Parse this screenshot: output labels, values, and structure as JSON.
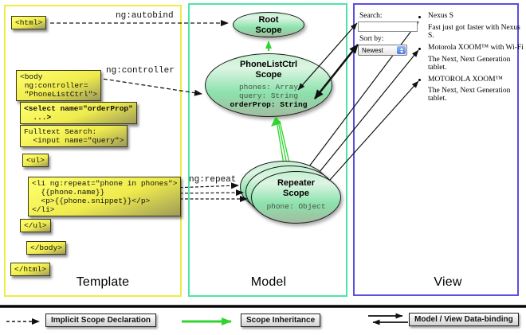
{
  "diagram": {
    "panels": {
      "template": {
        "label": "Template"
      },
      "model": {
        "label": "Model"
      },
      "view": {
        "label": "View"
      }
    },
    "directives": {
      "autobind": "ng:autobind",
      "controller": "ng:controller",
      "repeat": "ng:repeat"
    },
    "template_code": {
      "html_open": "<html>",
      "body_open": "<body\n ng:controller=\n \"PhoneListCtrl\">",
      "select_order": "<select name=\"orderProp\"\n  ...>",
      "fulltext_search": "Fulltext Search:\n  <input name=\"query\">",
      "ul_open": "<ul>",
      "li_repeat": "<li ng:repeat=\"phone in phones\">\n  {{phone.name}}\n  <p>{{phone.snippet}}</p>\n</li>",
      "ul_close": "</ul>",
      "body_close": "</body>",
      "html_close": "</html>"
    },
    "scopes": {
      "root": {
        "title": "Root\nScope"
      },
      "phone_list_ctrl": {
        "title": "PhoneListCtrl\nScope",
        "prop_phones": "phones: Array",
        "prop_query": "query: String",
        "prop_order": "orderProp: String"
      },
      "repeater": {
        "title": "Repeater\nScope",
        "prop_phone": "phone: Object"
      }
    },
    "view_content": {
      "search_label": "Search:",
      "search_value": "",
      "sort_label": "Sort by:",
      "sort_value": "Newest",
      "products": [
        {
          "name": "Nexus S",
          "desc": "Fast just got faster with Nexus S."
        },
        {
          "name": "Motorola XOOM™ with Wi-Fi",
          "desc": "The Next, Next Generation tablet."
        },
        {
          "name": "MOTOROLA XOOM™",
          "desc": "The Next, Next Generation tablet."
        }
      ]
    },
    "legend": {
      "implicit": "Implicit Scope Declaration",
      "inheritance": "Scope Inheritance",
      "binding": "Model / View Data-binding"
    },
    "colors": {
      "template_border": "#eded45",
      "model_border": "#4fe5a7",
      "view_border": "#5b4ee1",
      "scope_green": "#2fd42f",
      "code_box_yellow": "#f0ee4e"
    }
  }
}
